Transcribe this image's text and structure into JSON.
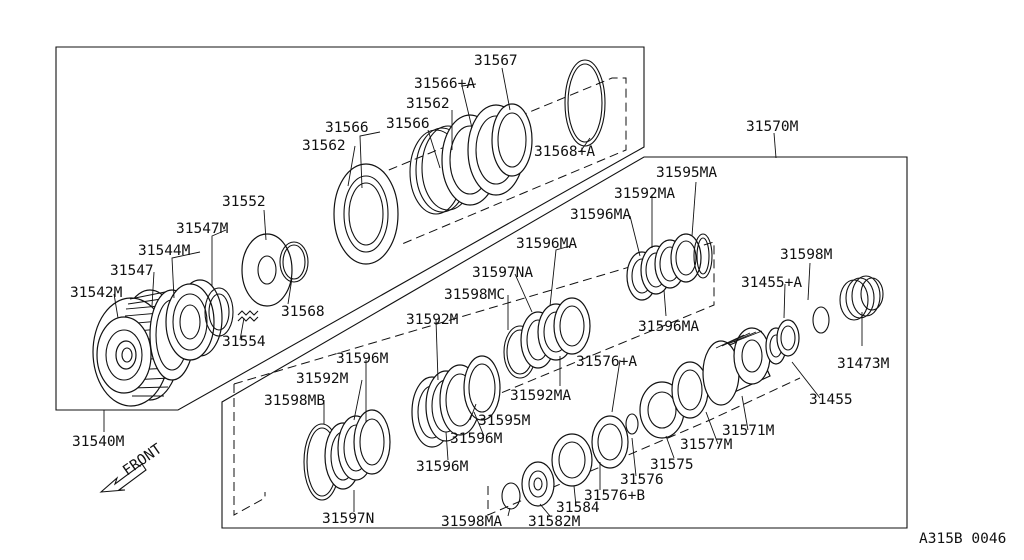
{
  "diagram": {
    "drawing_code": "A315B 0046",
    "front_label": "FRONT",
    "labels": [
      {
        "id": "l31567",
        "text": "31567"
      },
      {
        "id": "l31566a",
        "text": "31566+A"
      },
      {
        "id": "l31562a",
        "text": "31562"
      },
      {
        "id": "l31566b",
        "text": "31566"
      },
      {
        "id": "l31566c",
        "text": "31566"
      },
      {
        "id": "l31562b",
        "text": "31562"
      },
      {
        "id": "l31568a",
        "text": "31568+A"
      },
      {
        "id": "l31570m",
        "text": "31570M"
      },
      {
        "id": "l31552",
        "text": "31552"
      },
      {
        "id": "l31547m",
        "text": "31547M"
      },
      {
        "id": "l31544m",
        "text": "31544M"
      },
      {
        "id": "l31547",
        "text": "31547"
      },
      {
        "id": "l31542m",
        "text": "31542M"
      },
      {
        "id": "l31568",
        "text": "31568"
      },
      {
        "id": "l31554",
        "text": "31554"
      },
      {
        "id": "l31540m",
        "text": "31540M"
      },
      {
        "id": "l31595ma",
        "text": "31595MA"
      },
      {
        "id": "l31592ma1",
        "text": "31592MA"
      },
      {
        "id": "l31596ma1",
        "text": "31596MA"
      },
      {
        "id": "l31596ma2",
        "text": "31596MA"
      },
      {
        "id": "l31597na",
        "text": "31597NA"
      },
      {
        "id": "l31598mc",
        "text": "31598MC"
      },
      {
        "id": "l31598m",
        "text": "31598M"
      },
      {
        "id": "l31455a",
        "text": "31455+A"
      },
      {
        "id": "l31473m",
        "text": "31473M"
      },
      {
        "id": "l31596ma3",
        "text": "31596MA"
      },
      {
        "id": "l31592m1",
        "text": "31592M"
      },
      {
        "id": "l31596m1",
        "text": "31596M"
      },
      {
        "id": "l31592m2",
        "text": "31592M"
      },
      {
        "id": "l31598mb",
        "text": "31598MB"
      },
      {
        "id": "l31576a",
        "text": "31576+A"
      },
      {
        "id": "l31592ma2",
        "text": "31592MA"
      },
      {
        "id": "l31455",
        "text": "31455"
      },
      {
        "id": "l31595m",
        "text": "31595M"
      },
      {
        "id": "l31596m2",
        "text": "31596M"
      },
      {
        "id": "l31571m",
        "text": "31571M"
      },
      {
        "id": "l31577m",
        "text": "31577M"
      },
      {
        "id": "l31596m3",
        "text": "31596M"
      },
      {
        "id": "l31575",
        "text": "31575"
      },
      {
        "id": "l31576",
        "text": "31576"
      },
      {
        "id": "l31576b",
        "text": "31576+B"
      },
      {
        "id": "l31584",
        "text": "31584"
      },
      {
        "id": "l31597n",
        "text": "31597N"
      },
      {
        "id": "l31598ma",
        "text": "31598MA"
      },
      {
        "id": "l31582m",
        "text": "31582M"
      }
    ]
  }
}
